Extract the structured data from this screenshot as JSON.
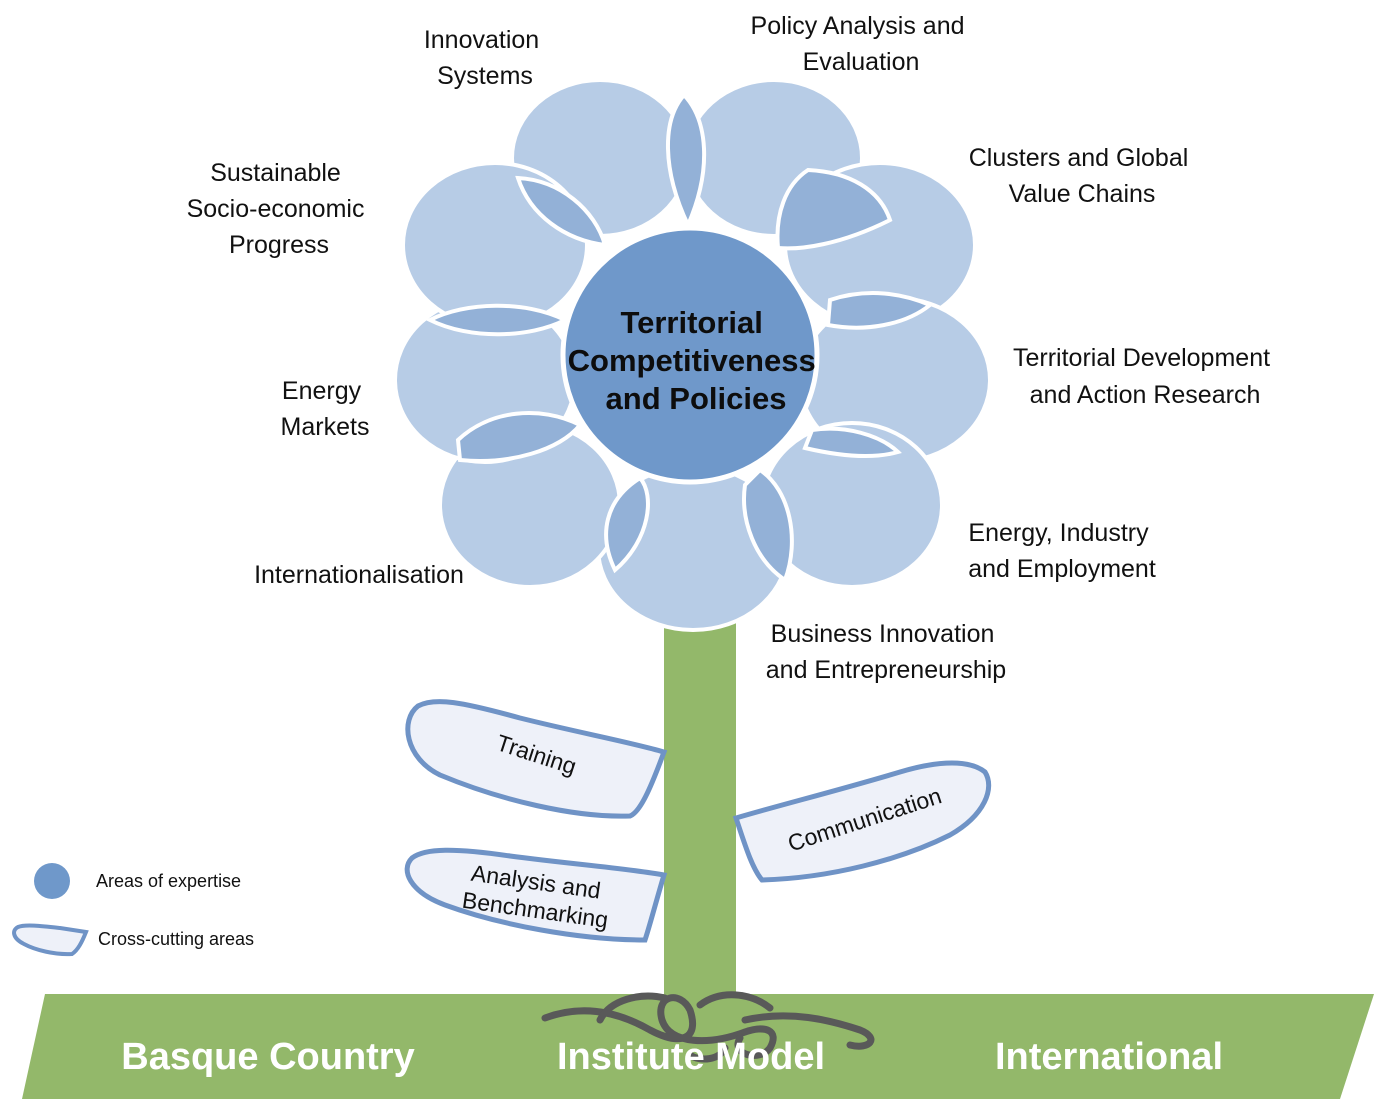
{
  "colors": {
    "petal": "#b7cce6",
    "petal_overlap": "#93b1d7",
    "center": "#6f98ca",
    "stem": "#93b86a",
    "leaf_fill": "#eef1f9",
    "leaf_stroke": "#6f93c6",
    "root": "#595959"
  },
  "center": {
    "line1": "Territorial",
    "line2": "Competitiveness",
    "line3": "and Policies"
  },
  "areas": [
    {
      "lines": [
        "Innovation",
        "Systems"
      ]
    },
    {
      "lines": [
        "Policy Analysis and",
        "Evaluation"
      ]
    },
    {
      "lines": [
        "Clusters and Global",
        "Value Chains"
      ]
    },
    {
      "lines": [
        "Territorial Development",
        "and Action Research"
      ]
    },
    {
      "lines": [
        "Energy, Industry",
        "and Employment"
      ]
    },
    {
      "lines": [
        "Business Innovation",
        "and Entrepreneurship"
      ]
    },
    {
      "lines": [
        "Internationalisation"
      ]
    },
    {
      "lines": [
        "Energy",
        "Markets"
      ]
    },
    {
      "lines": [
        "Sustainable",
        "Socio-economic",
        "Progress"
      ]
    }
  ],
  "cross_cutting": {
    "training": "Training",
    "communication": "Communication",
    "analysis_line1": "Analysis and",
    "analysis_line2": "Benchmarking"
  },
  "legend": {
    "expertise": "Areas of expertise",
    "cross_cutting": "Cross-cutting areas"
  },
  "ground": {
    "left": "Basque Country",
    "middle": "Institute Model",
    "right": "International"
  }
}
